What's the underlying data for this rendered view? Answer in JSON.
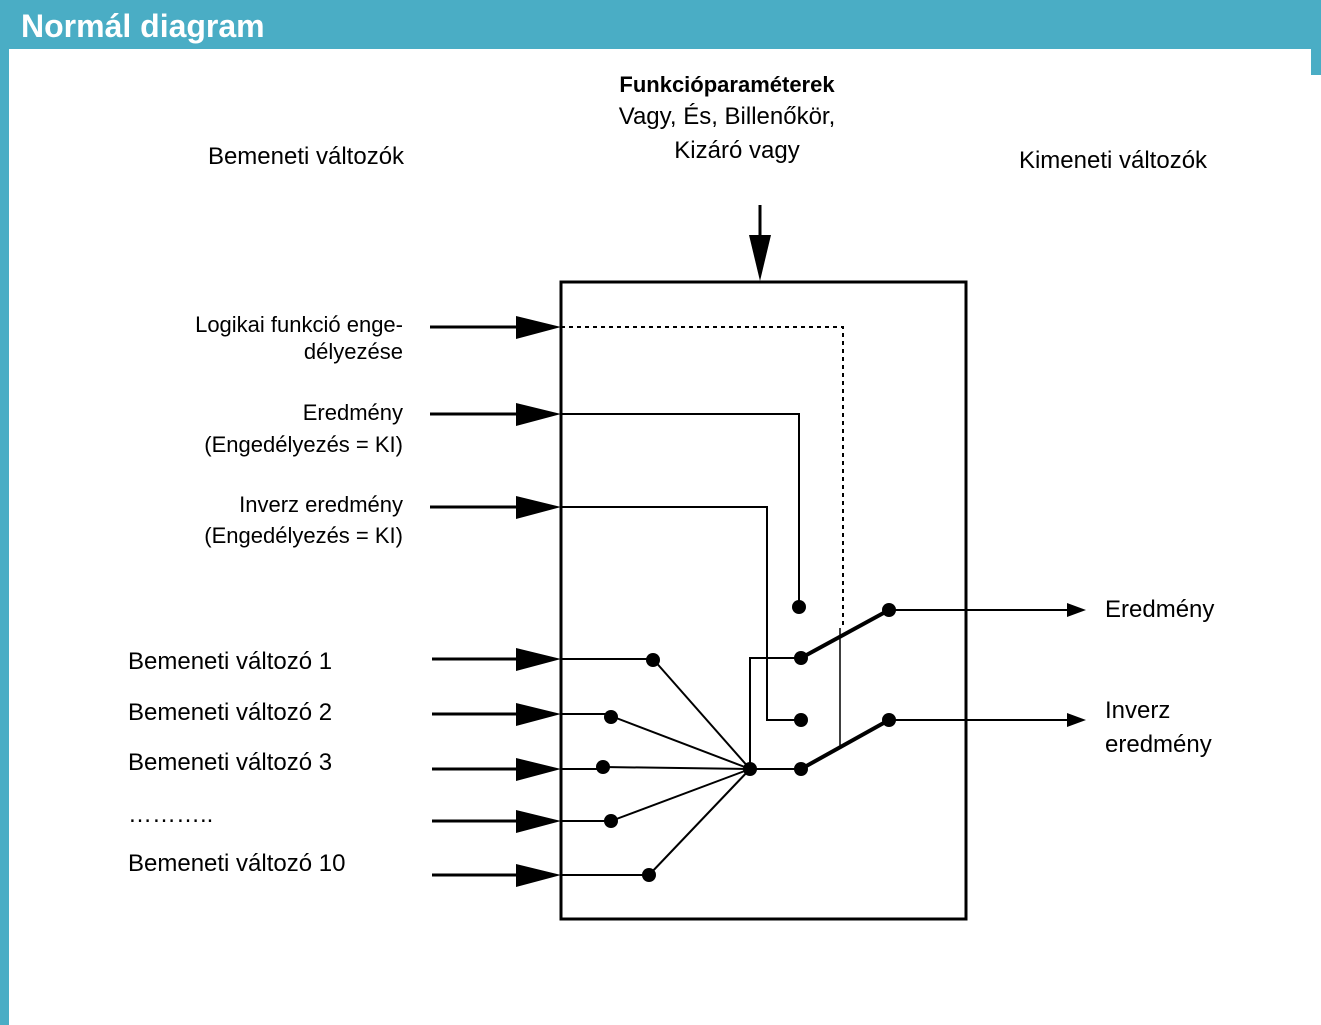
{
  "header": {
    "title": "Normál diagram"
  },
  "colors": {
    "header_bg": "#4aadc5",
    "line": "#000000"
  },
  "diagram": {
    "function_params": {
      "title": "Funkcióparaméterek",
      "line1": "Vagy, És, Billenőkör,",
      "line2": "Kizáró vagy"
    },
    "input_heading": "Bemeneti változók",
    "output_heading": "Kimeneti változók",
    "control_inputs": [
      {
        "line1": "Logikai funkció enge-",
        "line2": "délyezése"
      },
      {
        "line1": "Eredmény",
        "line2": "(Engedélyezés = KI)"
      },
      {
        "line1": "Inverz eredmény",
        "line2": "(Engedélyezés = KI)"
      }
    ],
    "variable_inputs": [
      "Bemeneti változó 1",
      "Bemeneti változó 2",
      "Bemeneti változó 3",
      "………..",
      "Bemeneti változó 10"
    ],
    "outputs": {
      "result": "Eredmény",
      "inverse_line1": "Inverz",
      "inverse_line2": "eredmény"
    }
  }
}
